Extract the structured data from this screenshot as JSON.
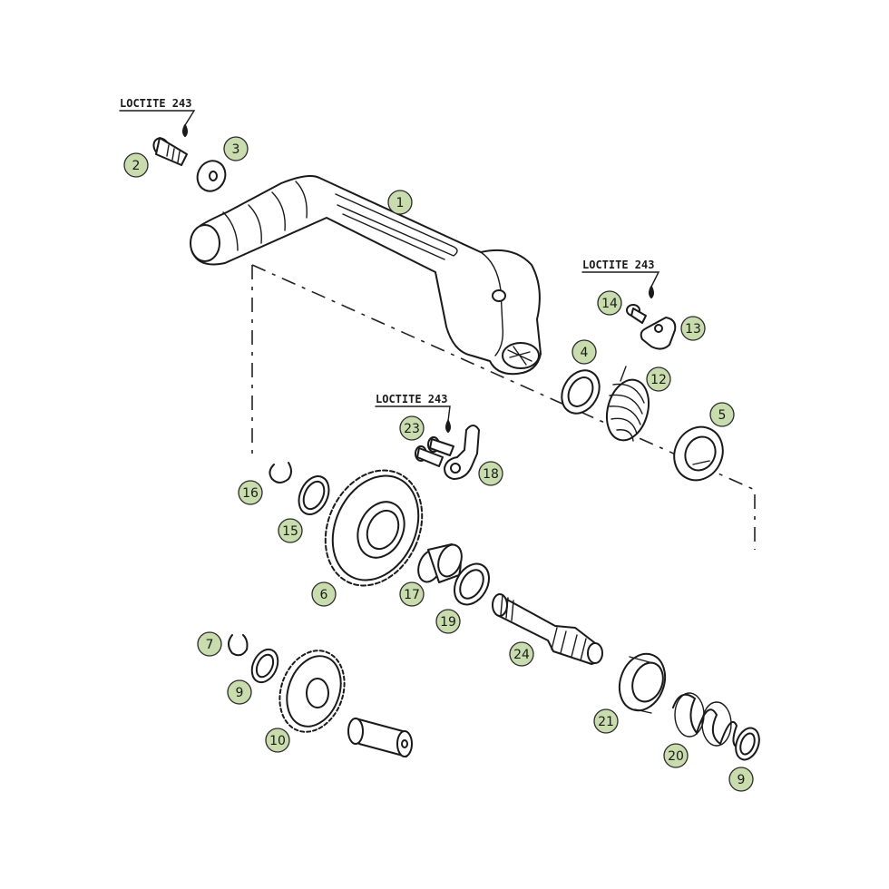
{
  "diagram": {
    "colors": {
      "callout_fill": "#c8dcae",
      "line": "#1a1a1a",
      "background": "#ffffff"
    },
    "loctite_labels": [
      {
        "text": "LOCTITE 243"
      },
      {
        "text": "LOCTITE 243"
      },
      {
        "text": "LOCTITE 243"
      }
    ],
    "callouts": [
      {
        "label": "1"
      },
      {
        "label": "2"
      },
      {
        "label": "3"
      },
      {
        "label": "4"
      },
      {
        "label": "5"
      },
      {
        "label": "6"
      },
      {
        "label": "7"
      },
      {
        "label": "9"
      },
      {
        "label": "9"
      },
      {
        "label": "10"
      },
      {
        "label": "12"
      },
      {
        "label": "13"
      },
      {
        "label": "14"
      },
      {
        "label": "15"
      },
      {
        "label": "16"
      },
      {
        "label": "17"
      },
      {
        "label": "18"
      },
      {
        "label": "19"
      },
      {
        "label": "20"
      },
      {
        "label": "21"
      },
      {
        "label": "23"
      },
      {
        "label": "24"
      }
    ]
  }
}
